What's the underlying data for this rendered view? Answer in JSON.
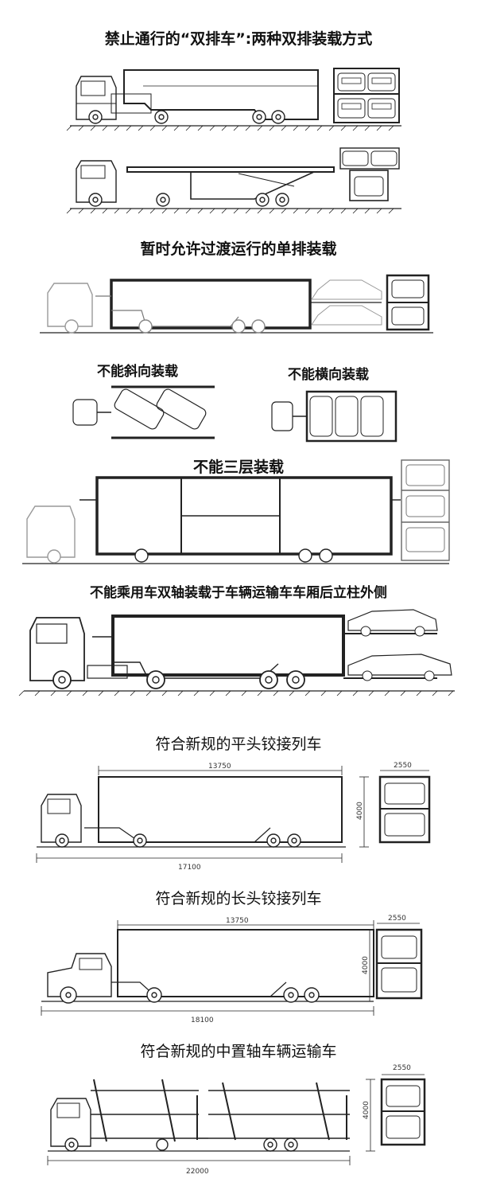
{
  "sections": [
    {
      "title": "禁止通行的“双排车”:两种双排装载方式"
    },
    {
      "title": "暂时允许过渡运行的单排装载"
    },
    {
      "left_label": "不能斜向装载",
      "right_label": "不能横向装载"
    },
    {
      "title": "不能三层装载"
    },
    {
      "title": "不能乘用车双轴装载于车辆运输车车厢后立柱外侧"
    },
    {
      "title": "符合新规的平头铰接列车",
      "dims": {
        "length": "13750",
        "total": "17100",
        "height": "4000",
        "width": "2550"
      }
    },
    {
      "title": "符合新规的长头铰接列车",
      "dims": {
        "length": "13750",
        "total": "18100",
        "height": "4000",
        "width": "2550"
      }
    },
    {
      "title": "符合新规的中置轴车辆运输车",
      "dims": {
        "total": "22000",
        "height": "4000",
        "width": "2550"
      }
    }
  ]
}
